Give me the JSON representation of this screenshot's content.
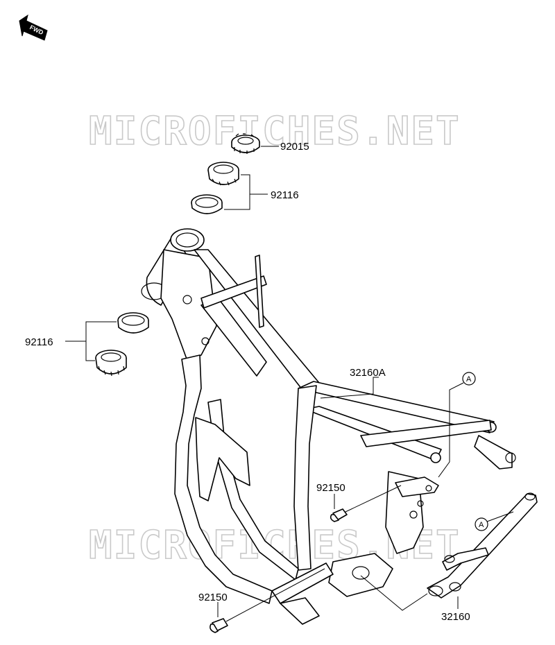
{
  "watermark": "MICROFICHES.NET",
  "fwd_label": "FWD",
  "ref_mark": "A",
  "parts": {
    "lock_nut": "92015",
    "upper_bearing": "92116",
    "lower_bearing": "92116",
    "frame": "32160A",
    "bolt_upper": "92150",
    "bolt_lower": "92150",
    "sub_frame": "32160"
  },
  "colors": {
    "line": "#000000",
    "watermark": "#c9c9c9",
    "background": "#ffffff"
  }
}
